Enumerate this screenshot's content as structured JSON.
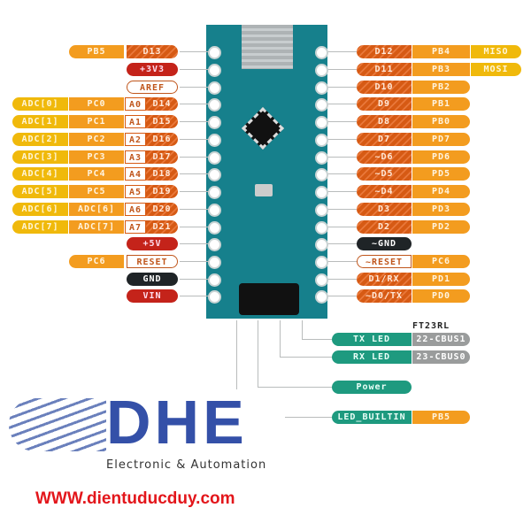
{
  "left_pins": [
    {
      "cells": [
        [
          "PB5",
          "or"
        ],
        [
          "D13",
          "st"
        ]
      ],
      "power_arrow": false
    },
    {
      "cells": [
        [
          "+3V3",
          "rd"
        ]
      ],
      "power_arrow": true
    },
    {
      "cells": [
        [
          "AREF",
          "wh"
        ]
      ],
      "power_arrow": false
    },
    {
      "cells": [
        [
          "ADC[0]",
          "ye"
        ],
        [
          "PC0",
          "or"
        ],
        [
          "A0",
          "an"
        ],
        [
          "D14",
          "st"
        ]
      ]
    },
    {
      "cells": [
        [
          "ADC[1]",
          "ye"
        ],
        [
          "PC1",
          "or"
        ],
        [
          "A1",
          "an"
        ],
        [
          "D15",
          "st"
        ]
      ]
    },
    {
      "cells": [
        [
          "ADC[2]",
          "ye"
        ],
        [
          "PC2",
          "or"
        ],
        [
          "A2",
          "an"
        ],
        [
          "D16",
          "st"
        ]
      ]
    },
    {
      "cells": [
        [
          "ADC[3]",
          "ye"
        ],
        [
          "PC3",
          "or"
        ],
        [
          "A3",
          "an"
        ],
        [
          "D17",
          "st"
        ]
      ]
    },
    {
      "cells": [
        [
          "ADC[4]",
          "ye"
        ],
        [
          "PC4",
          "or"
        ],
        [
          "A4",
          "an"
        ],
        [
          "D18",
          "st"
        ]
      ]
    },
    {
      "cells": [
        [
          "ADC[5]",
          "ye"
        ],
        [
          "PC5",
          "or"
        ],
        [
          "A5",
          "an"
        ],
        [
          "D19",
          "st"
        ]
      ]
    },
    {
      "cells": [
        [
          "ADC[6]",
          "ye"
        ],
        [
          "ADC[6]",
          "or"
        ],
        [
          "A6",
          "an"
        ],
        [
          "D20",
          "st"
        ]
      ]
    },
    {
      "cells": [
        [
          "ADC[7]",
          "ye"
        ],
        [
          "ADC[7]",
          "or"
        ],
        [
          "A7",
          "an"
        ],
        [
          "D21",
          "st"
        ]
      ]
    },
    {
      "cells": [
        [
          "+5V",
          "rd"
        ]
      ],
      "power_arrow": true
    },
    {
      "cells": [
        [
          "PC6",
          "or"
        ],
        [
          "RESET",
          "wh"
        ]
      ]
    },
    {
      "cells": [
        [
          "GND",
          "bk"
        ]
      ]
    },
    {
      "cells": [
        [
          "VIN",
          "rd"
        ]
      ],
      "power_arrow": true
    }
  ],
  "right_pins": [
    {
      "cells": [
        [
          "D12",
          "st"
        ],
        [
          "PB4",
          "or"
        ],
        [
          "MISO",
          "ye"
        ]
      ]
    },
    {
      "cells": [
        [
          "D11",
          "st"
        ],
        [
          "PB3",
          "or"
        ],
        [
          "MOSI",
          "ye"
        ]
      ]
    },
    {
      "cells": [
        [
          "D10",
          "st"
        ],
        [
          "PB2",
          "or"
        ]
      ]
    },
    {
      "cells": [
        [
          "D9",
          "st"
        ],
        [
          "PB1",
          "or"
        ]
      ]
    },
    {
      "cells": [
        [
          "D8",
          "st"
        ],
        [
          "PB0",
          "or"
        ]
      ]
    },
    {
      "cells": [
        [
          "D7",
          "st"
        ],
        [
          "PD7",
          "or"
        ]
      ]
    },
    {
      "cells": [
        [
          "~D6",
          "st"
        ],
        [
          "PD6",
          "or"
        ]
      ]
    },
    {
      "cells": [
        [
          "~D5",
          "st"
        ],
        [
          "PD5",
          "or"
        ]
      ]
    },
    {
      "cells": [
        [
          "~D4",
          "st"
        ],
        [
          "PD4",
          "or"
        ]
      ]
    },
    {
      "cells": [
        [
          "D3",
          "st"
        ],
        [
          "PD3",
          "or"
        ]
      ]
    },
    {
      "cells": [
        [
          "D2",
          "st"
        ],
        [
          "PD2",
          "or"
        ]
      ]
    },
    {
      "cells": [
        [
          "~GND",
          "bk"
        ]
      ]
    },
    {
      "cells": [
        [
          "~RESET",
          "wh"
        ],
        [
          "PC6",
          "or"
        ]
      ]
    },
    {
      "cells": [
        [
          "D1/RX",
          "st"
        ],
        [
          "PD1",
          "or"
        ]
      ]
    },
    {
      "cells": [
        [
          "~D0/TX",
          "st"
        ],
        [
          "PD0",
          "or"
        ]
      ]
    }
  ],
  "leds": {
    "chip_label": "FT23RL",
    "tx": "TX LED",
    "tx_pin": "22-CBUS1",
    "rx": "RX LED",
    "rx_pin": "23-CBUS0",
    "power": "Power",
    "builtin": "LED_BUILTIN",
    "builtin_pin": "PB5"
  },
  "logo": {
    "letters": "DHE",
    "tagline": "Electronic & Automation"
  },
  "website": "WWW.dientuducduy.com"
}
